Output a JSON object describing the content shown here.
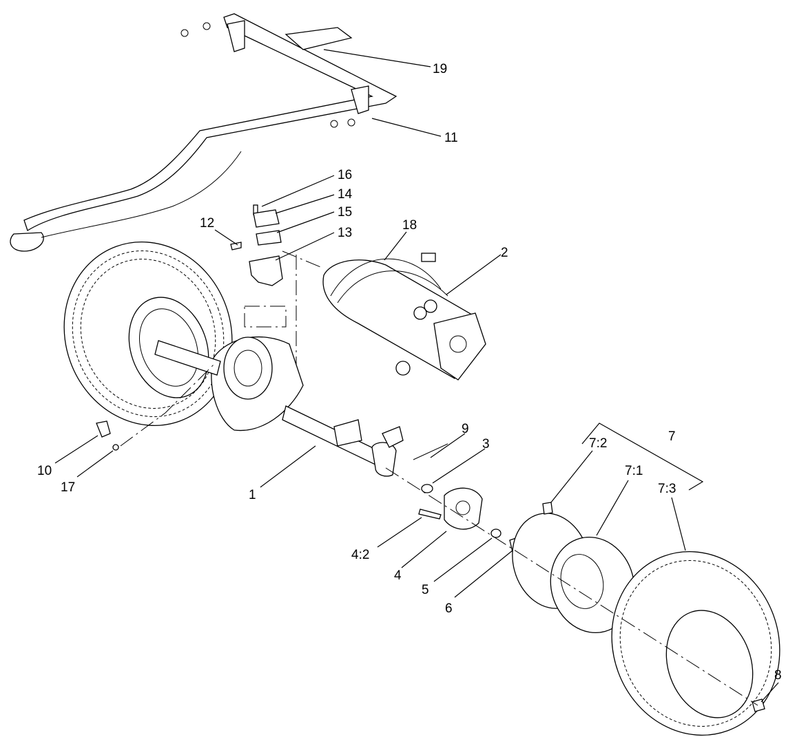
{
  "diagram": {
    "callouts": [
      {
        "id": "19",
        "text": "19"
      },
      {
        "id": "11",
        "text": "11"
      },
      {
        "id": "16",
        "text": "16"
      },
      {
        "id": "14",
        "text": "14"
      },
      {
        "id": "15",
        "text": "15"
      },
      {
        "id": "13",
        "text": "13"
      },
      {
        "id": "12",
        "text": "12"
      },
      {
        "id": "18",
        "text": "18"
      },
      {
        "id": "2",
        "text": "2"
      },
      {
        "id": "9",
        "text": "9"
      },
      {
        "id": "3",
        "text": "3"
      },
      {
        "id": "10",
        "text": "10"
      },
      {
        "id": "17",
        "text": "17"
      },
      {
        "id": "1",
        "text": "1"
      },
      {
        "id": "4_2",
        "text": "4:2"
      },
      {
        "id": "4",
        "text": "4"
      },
      {
        "id": "5",
        "text": "5"
      },
      {
        "id": "6",
        "text": "6"
      },
      {
        "id": "7",
        "text": "7"
      },
      {
        "id": "7_2",
        "text": "7:2"
      },
      {
        "id": "7_1",
        "text": "7:1"
      },
      {
        "id": "7_3",
        "text": "7:3"
      },
      {
        "id": "8",
        "text": "8"
      }
    ]
  }
}
